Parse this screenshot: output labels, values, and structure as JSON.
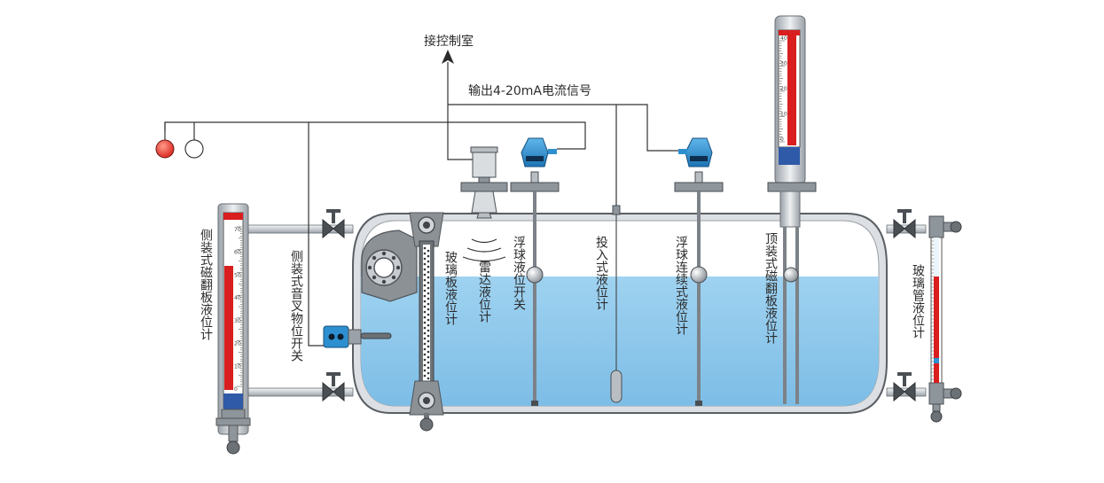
{
  "labels": {
    "control_room": "接控制室",
    "output_signal": "输出4-20mA电流信号",
    "side_magnetic_flap": "侧装式磁翻板液位计",
    "side_tuning_fork": "侧装式音叉物位开关",
    "glass_plate": "玻璃板液位计",
    "radar": "雷达液位计",
    "float_switch": "浮球液位开关",
    "submersible": "投入式液位计",
    "float_continuous": "浮球连续式液位计",
    "top_magnetic_flap": "顶装式磁翻板液位计",
    "glass_tube": "玻璃管液位计"
  },
  "top_gauge_ticks": [
    "40",
    "30",
    "20",
    "10",
    "0"
  ],
  "side_gauge_ticks": [
    "70",
    "60",
    "50",
    "40",
    "30",
    "20",
    "10",
    "0"
  ],
  "colors": {
    "liquid": "#8ec8ec",
    "tank_shell": "#d9dde1",
    "transmitter_blue": "#2d8fd0",
    "flap_red": "#d81e1e",
    "flap_white": "#ffffff",
    "gauge_blue": "#2f5aa8",
    "alarm_red": "#e8322a"
  },
  "icons": {
    "alarm_on": "red-indicator-lamp",
    "alarm_off": "white-indicator-lamp",
    "arrow": "arrow-up-icon"
  }
}
